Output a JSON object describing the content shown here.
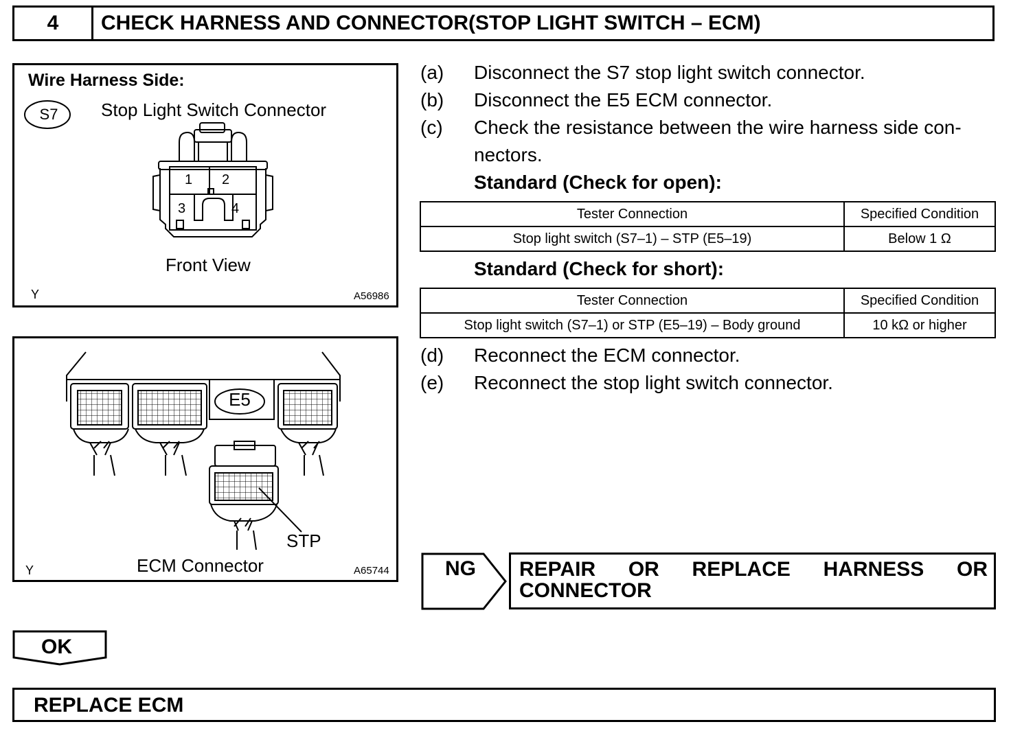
{
  "header": {
    "step_number": "4",
    "title": "CHECK HARNESS AND CONNECTOR(STOP LIGHT SWITCH – ECM)"
  },
  "figure1": {
    "heading": "Wire Harness Side:",
    "connector_code": "S7",
    "connector_name": "Stop Light Switch Connector",
    "pins": [
      "1",
      "2",
      "3",
      "4"
    ],
    "view_label": "Front View",
    "corner_letter": "Y",
    "figure_id": "A56986"
  },
  "figure2": {
    "connector_code": "E5",
    "terminal_label": "STP",
    "caption": "ECM Connector",
    "corner_letter": "Y",
    "figure_id": "A65744"
  },
  "steps": [
    {
      "label": "(a)",
      "text": "Disconnect the S7 stop light switch connector."
    },
    {
      "label": "(b)",
      "text": "Disconnect the E5 ECM connector."
    },
    {
      "label": "(c)",
      "text": "Check the resistance between the wire harness side con-"
    },
    {
      "label": "",
      "text": "nectors."
    },
    {
      "label": "(d)",
      "text": "Reconnect the ECM connector."
    },
    {
      "label": "(e)",
      "text": "Reconnect the stop light switch connector."
    }
  ],
  "standard_open": {
    "heading": "Standard (Check for open):",
    "columns": [
      "Tester Connection",
      "Specified Condition"
    ],
    "rows": [
      [
        "Stop light switch (S7–1) – STP (E5–19)",
        "Below 1 Ω"
      ]
    ]
  },
  "standard_short": {
    "heading": "Standard (Check for short):",
    "columns": [
      "Tester Connection",
      "Specified Condition"
    ],
    "rows": [
      [
        "Stop light switch (S7–1) or STP (E5–19) – Body ground",
        "10 kΩ or higher"
      ]
    ]
  },
  "result_ng": {
    "label": "NG",
    "action_line1": "REPAIR OR REPLACE HARNESS OR",
    "action_line2": "CONNECTOR"
  },
  "result_ok": {
    "label": "OK",
    "action": "REPLACE ECM"
  }
}
